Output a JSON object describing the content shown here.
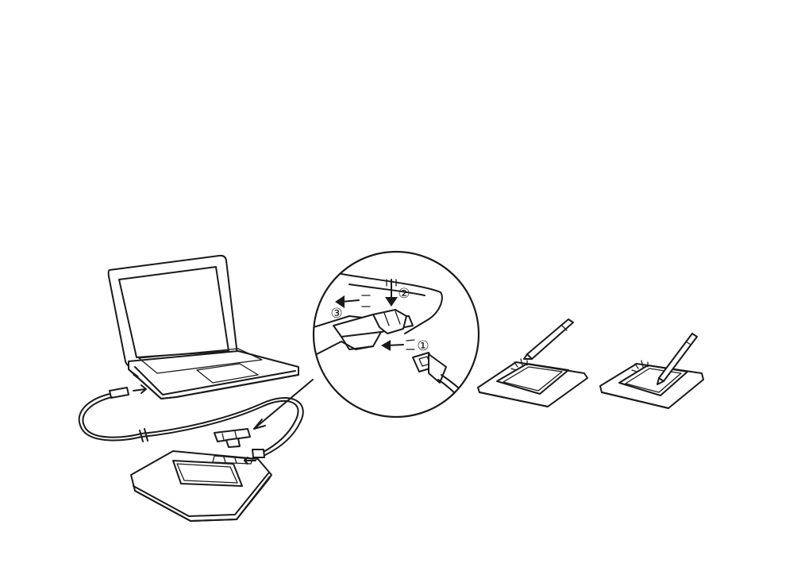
{
  "diagram": {
    "steps": [
      {
        "number": "①",
        "action": "insert-usb-plug"
      },
      {
        "number": "②",
        "action": "press-down"
      },
      {
        "number": "③",
        "action": "slide-in"
      }
    ],
    "colors": {
      "line": "#1a1a1a",
      "background": "#ffffff"
    }
  }
}
